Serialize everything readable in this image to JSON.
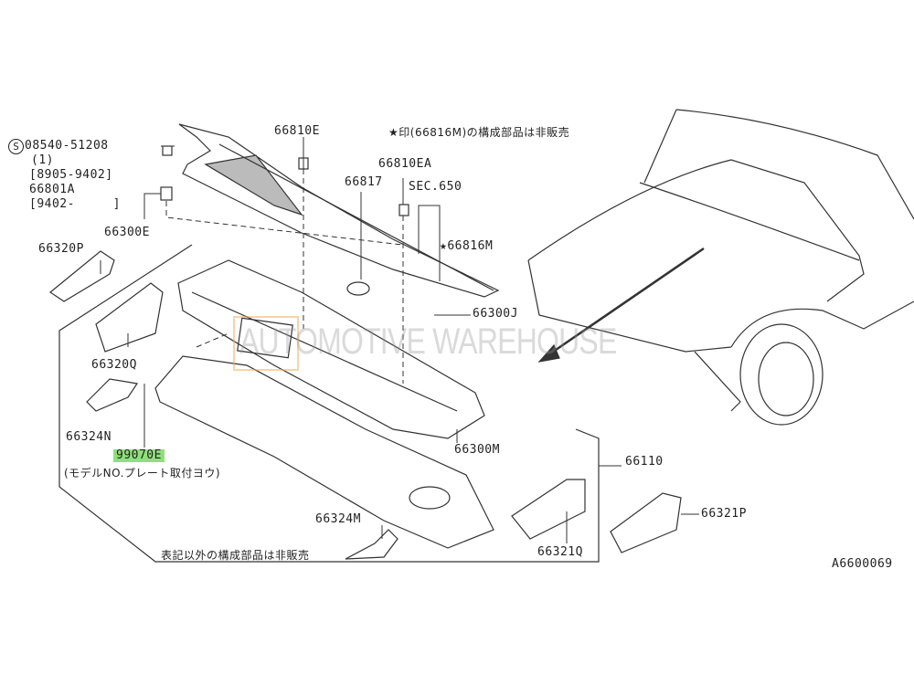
{
  "diagram_id": "A6600069",
  "watermark": "AUTOMOTIVE WAREHOUSE",
  "notes": {
    "star_note": "★印(66816M)の構成部品は非販売",
    "bottom_note": "表記以外の構成部品は非販売",
    "model_plate_note": "(モデルNO.プレート取付ヨウ)"
  },
  "screw": {
    "symbol": "S",
    "part": "08540-51208",
    "qty": "(1)",
    "range1": "[8905-9402]",
    "alt_part": "66801A",
    "range2": "[9402-     ]"
  },
  "parts": {
    "p66300E": "66300E",
    "p66320P": "66320P",
    "p66320Q": "66320Q",
    "p66324N": "66324N",
    "p99070E": "99070E",
    "p66810E": "66810E",
    "p66810EA": "66810EA",
    "p66817": "66817",
    "sec650": "SEC.650",
    "p66816M": "★66816M",
    "p66300J": "66300J",
    "p66300M": "66300M",
    "p66110": "66110",
    "p66321P": "66321P",
    "p66324M": "66324M",
    "p66321Q": "66321Q"
  }
}
